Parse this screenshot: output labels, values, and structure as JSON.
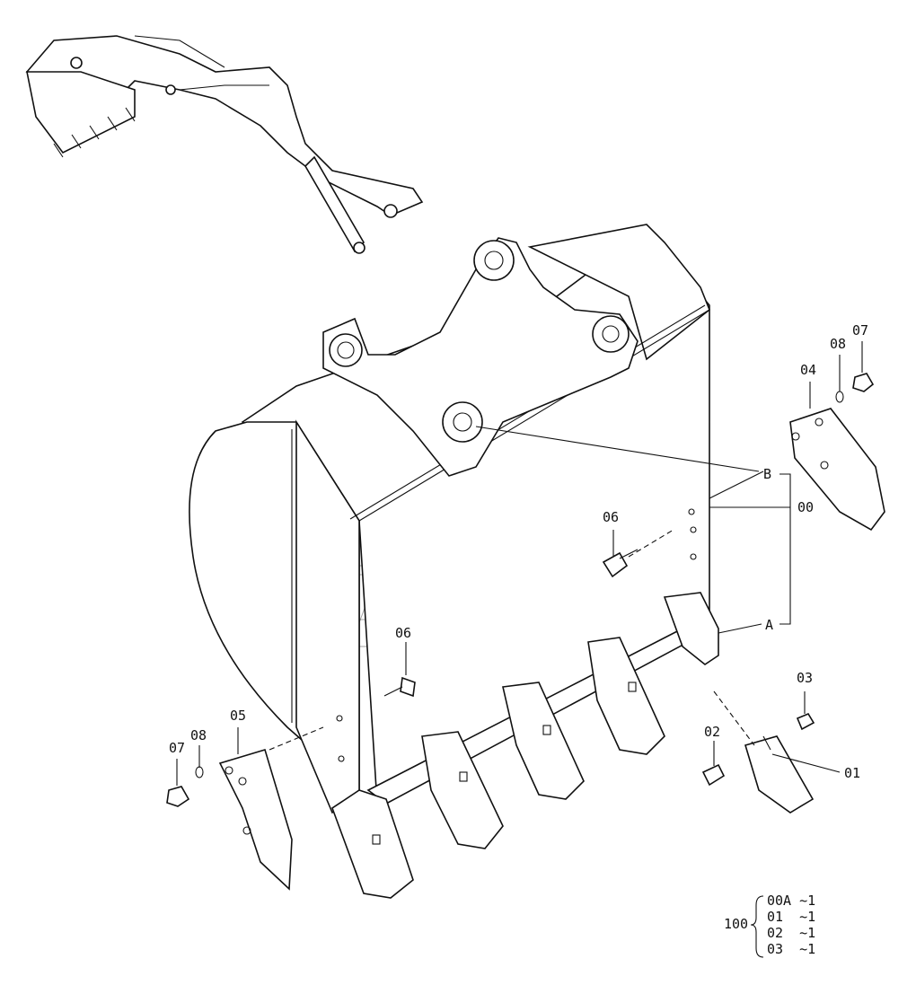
{
  "callouts": {
    "c00": "00",
    "c01": "01",
    "c02": "02",
    "c03": "03",
    "c04": "04",
    "c05": "05",
    "c06a": "06",
    "c06b": "06",
    "c07a": "07",
    "c07b": "07",
    "c08a": "08",
    "c08b": "08",
    "cA": "A",
    "cB": "B"
  },
  "assembly_note": {
    "prefix": "100",
    "lines": [
      "00A ~1",
      "01  ~1",
      "02  ~1",
      "03  ~1"
    ]
  }
}
